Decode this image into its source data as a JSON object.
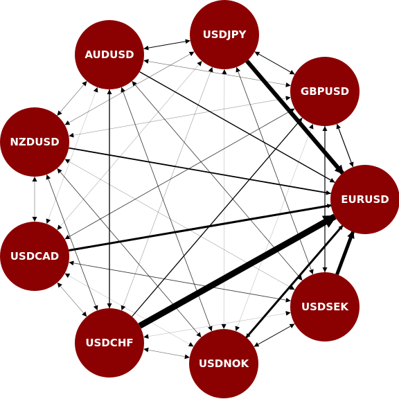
{
  "colors": {
    "node": "#8b0000",
    "label": "#ffffff",
    "edge": "#000000"
  },
  "nodes": [
    {
      "id": "USDJPY",
      "label": "USDJPY"
    },
    {
      "id": "GBPUSD",
      "label": "GBPUSD"
    },
    {
      "id": "EURUSD",
      "label": "EURUSD"
    },
    {
      "id": "USDSEK",
      "label": "USDSEK"
    },
    {
      "id": "USDNOK",
      "label": "USDNOK"
    },
    {
      "id": "USDCHF",
      "label": "USDCHF"
    },
    {
      "id": "USDCAD",
      "label": "USDCAD"
    },
    {
      "id": "NZDUSD",
      "label": "NZDUSD"
    },
    {
      "id": "AUDUSD",
      "label": "AUDUSD"
    }
  ],
  "edges": [
    {
      "from": "USDJPY",
      "to": "EURUSD",
      "weight": 6,
      "direction": "forward"
    },
    {
      "from": "USDCHF",
      "to": "EURUSD",
      "weight": 9,
      "direction": "forward"
    },
    {
      "from": "USDSEK",
      "to": "EURUSD",
      "weight": 5,
      "direction": "forward"
    },
    {
      "from": "USDCAD",
      "to": "EURUSD",
      "weight": 3,
      "direction": "forward"
    },
    {
      "from": "USDNOK",
      "to": "EURUSD",
      "weight": 3,
      "direction": "both"
    },
    {
      "from": "NZDUSD",
      "to": "EURUSD",
      "weight": 1.8,
      "direction": "forward"
    },
    {
      "from": "AUDUSD",
      "to": "EURUSD",
      "weight": 1.4,
      "direction": "forward"
    },
    {
      "from": "GBPUSD",
      "to": "EURUSD",
      "weight": 1.2,
      "direction": "both"
    },
    {
      "from": "GBPUSD",
      "to": "USDSEK",
      "weight": 1.2,
      "direction": "both"
    },
    {
      "from": "USDCHF",
      "to": "GBPUSD",
      "weight": 1.3,
      "direction": "forward"
    },
    {
      "from": "USDCHF",
      "to": "AUDUSD",
      "weight": 1.3,
      "direction": "both"
    },
    {
      "from": "USDJPY",
      "to": "AUDUSD",
      "weight": 1,
      "direction": "both"
    },
    {
      "from": "USDJPY",
      "to": "GBPUSD",
      "weight": 1,
      "direction": "both"
    },
    {
      "from": "USDSEK",
      "to": "USDNOK",
      "weight": 1,
      "direction": "both"
    },
    {
      "from": "USDJPY",
      "to": "USDCHF",
      "weight": 0.5,
      "direction": "both"
    },
    {
      "from": "USDJPY",
      "to": "USDSEK",
      "weight": 0.8,
      "direction": "both"
    },
    {
      "from": "USDSEK",
      "to": "USDCAD",
      "weight": 0.8,
      "direction": "both"
    },
    {
      "from": "USDNOK",
      "to": "NZDUSD",
      "weight": 0.8,
      "direction": "both"
    },
    {
      "from": "USDCHF",
      "to": "NZDUSD",
      "weight": 0.8,
      "direction": "both"
    },
    {
      "from": "AUDUSD",
      "to": "USDSEK",
      "weight": 0.8,
      "direction": "both"
    },
    {
      "from": "AUDUSD",
      "to": "USDNOK",
      "weight": 0.8,
      "direction": "both"
    },
    {
      "from": "GBPUSD",
      "to": "USDCAD",
      "weight": 0.8,
      "direction": "both"
    },
    {
      "from": "USDCHF",
      "to": "USDCAD",
      "weight": 0.6,
      "direction": "both"
    },
    {
      "from": "USDCHF",
      "to": "USDNOK",
      "weight": 0.6,
      "direction": "both"
    },
    {
      "from": "NZDUSD",
      "to": "USDCAD",
      "weight": 0.6,
      "direction": "both"
    },
    {
      "from": "NZDUSD",
      "to": "AUDUSD",
      "weight": 0.6,
      "direction": "both"
    },
    {
      "from": "AUDUSD",
      "to": "GBPUSD",
      "weight": 0.6,
      "direction": "both"
    },
    {
      "from": "USDJPY",
      "to": "NZDUSD",
      "weight": 0.6,
      "direction": "both"
    },
    {
      "from": "USDJPY",
      "to": "USDCAD",
      "weight": 0.5,
      "direction": "both"
    },
    {
      "from": "USDJPY",
      "to": "USDNOK",
      "weight": 0.4,
      "direction": "both"
    },
    {
      "from": "GBPUSD",
      "to": "NZDUSD",
      "weight": 0.5,
      "direction": "both"
    },
    {
      "from": "GBPUSD",
      "to": "USDNOK",
      "weight": 0.4,
      "direction": "both"
    },
    {
      "from": "AUDUSD",
      "to": "USDCAD",
      "weight": 0.4,
      "direction": "both"
    },
    {
      "from": "NZDUSD",
      "to": "USDSEK",
      "weight": 0.5,
      "direction": "both"
    },
    {
      "from": "USDCAD",
      "to": "USDNOK",
      "weight": 0.4,
      "direction": "both"
    },
    {
      "from": "USDCHF",
      "to": "USDSEK",
      "weight": 0.4,
      "direction": "both"
    }
  ]
}
